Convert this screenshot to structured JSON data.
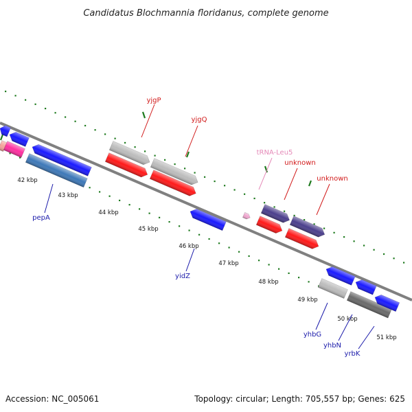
{
  "title": "Candidatus Blochmannia floridanus, complete genome",
  "footer": {
    "accession": "Accession: NC_005061",
    "summary": "Topology: circular; Length: 705,557 bp; Genes: 625"
  },
  "scale": {
    "labels": [
      "42 kbp",
      "43 kbp",
      "44 kbp",
      "45 kbp",
      "46 kbp",
      "47 kbp",
      "48 kbp",
      "49 kbp",
      "50 kbp",
      "51 kbp"
    ]
  },
  "colors": {
    "backbone": "#808080",
    "tick": "#1e7a1e",
    "forward_label": "#d11a1a",
    "reverse_label": "#1a1aaa",
    "trna_label": "#e58ab8"
  },
  "genes": [
    {
      "id": "yjgP",
      "label": "yjgP",
      "strand": "forward",
      "color": "#bcbcbc",
      "lane": 2
    },
    {
      "id": "yjgQ",
      "label": "yjgQ",
      "strand": "forward",
      "color": "#bcbcbc",
      "lane": 2
    },
    {
      "id": "yjgP-cds",
      "label": "",
      "strand": "forward",
      "color": "#ff1a1a",
      "lane": 1
    },
    {
      "id": "yjgQ-cds",
      "label": "",
      "strand": "forward",
      "color": "#ff1a1a",
      "lane": 1
    },
    {
      "id": "tRNA-Leu5",
      "label": "tRNA-Leu5",
      "strand": "forward",
      "color": "#f0a6cf",
      "lane": 1
    },
    {
      "id": "unknown-1",
      "label": "unknown",
      "strand": "forward",
      "color": "#4b3f8c",
      "lane": 2
    },
    {
      "id": "unknown-2",
      "label": "unknown",
      "strand": "forward",
      "color": "#4b3f8c",
      "lane": 2
    },
    {
      "id": "unknown-1-cds",
      "label": "",
      "strand": "forward",
      "color": "#ff1a1a",
      "lane": 1
    },
    {
      "id": "unknown-2-cds",
      "label": "",
      "strand": "forward",
      "color": "#ff1a1a",
      "lane": 1
    },
    {
      "id": "pepA",
      "label": "pepA",
      "strand": "reverse",
      "color": "#3d78b8",
      "lane": 2
    },
    {
      "id": "pepA-cds",
      "label": "",
      "strand": "reverse",
      "color": "#1a1aff",
      "lane": 1
    },
    {
      "id": "yidZ",
      "label": "yidZ",
      "strand": "reverse",
      "color": "#1a1aff",
      "lane": 1
    },
    {
      "id": "yhbG",
      "label": "yhbG",
      "strand": "reverse",
      "color": "#bcbcbc",
      "lane": 2
    },
    {
      "id": "yhbN",
      "label": "yhbN",
      "strand": "reverse",
      "color": "#6a6a6a",
      "lane": 2
    },
    {
      "id": "yrbK",
      "label": "yrbK",
      "strand": "reverse",
      "color": "#1a1aff",
      "lane": 1
    }
  ]
}
